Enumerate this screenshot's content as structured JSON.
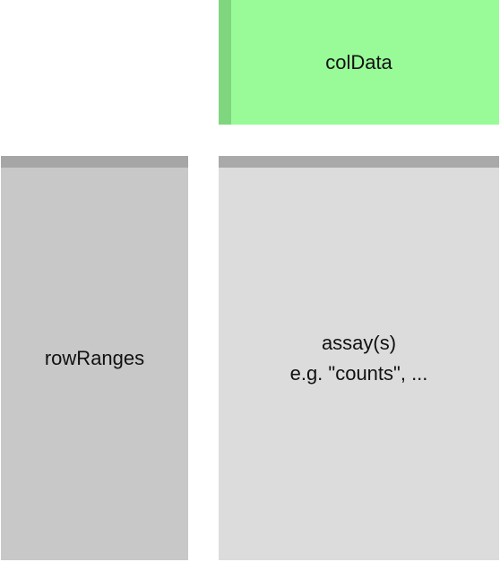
{
  "blocks": {
    "coldata": {
      "label": "colData"
    },
    "rowranges": {
      "label": "rowRanges"
    },
    "assay": {
      "label": "assay(s)",
      "sublabel": "e.g. \"counts\", ..."
    }
  },
  "colors": {
    "coldata_fill": "#98fb98",
    "coldata_accent": "#7fd67f",
    "rowranges_fill": "#c8c8c8",
    "rowranges_accent": "#a6a6a6",
    "assay_fill": "#dcdcdc",
    "assay_accent": "#a9a9a9"
  }
}
